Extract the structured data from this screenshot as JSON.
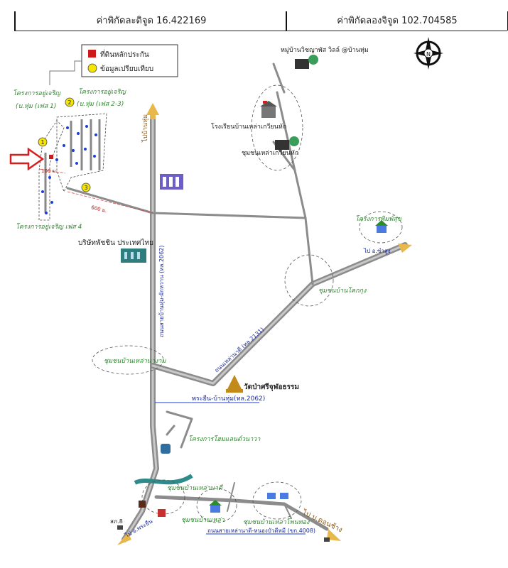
{
  "header": {
    "latitude": "ค่าพิกัดละติจูด 16.422169",
    "longitude": "ค่าพิกัดลองจิจูด 102.704585"
  },
  "legend": {
    "items": [
      {
        "label": "ที่ดินหลักประกัน",
        "color": "#cc1a1a",
        "shape": "square"
      },
      {
        "label": "ข้อมูลเปรียบเทียบ",
        "color": "#f5e500",
        "shape": "circle"
      }
    ]
  },
  "compass": {
    "label": "N"
  },
  "labels": {
    "phase1": "โครงการอยู่เจริญ",
    "phase1_sub": "(บ.หุ่ม (เฟส 1)",
    "phase23": "โครงการอยู่เจริญ",
    "phase23_sub": "(บ.หุ่ม (เฟส 2-3)",
    "phase4": "โครงการอยู่เจริญ เฟส 4",
    "dist_100": "100 ม.",
    "dist_600": "600 ม.",
    "to_banhum": "ไปบ้านหุ่ม",
    "village_vision": "หมู่บ้านวิชญาพัส วิลล์ @บ้านหุ่ม",
    "school": "โรงเรียนบ้านเหล่าเกวียนหัก",
    "community_laokwian": "ชุมชนเหล่าเกวียนหัก",
    "company": "บริษัทพัชชิน ประเทศไทย",
    "project_phumsuk": "โครงการพิมพ์สุข",
    "to_kham": "ไป อ.ซำสูง",
    "community_khokkung": "ชุมชนบ้านโคกกุง",
    "road_2062_vertical": "ถนนสายบ้านหุ่ม-ผักหวาน (ทล.2062)",
    "road_2131": "ถนนเหล่านาดี (ทล.2131)",
    "community_laonangam": "ชุมชนบ้านเหล่านางาม",
    "temple": "วัดป่าศรีจุฬอธรรม",
    "road_2062_horizontal": "พระยืน-บ้านหุ่ม(ทล.2062)",
    "project_wonwan": "โครงการโฮมแลนด์วนาวา",
    "community_laonadi": "ชุมชนบ้านเหล่านาดี",
    "community_banlao": "ชุมชนบ้านเหล่า",
    "community_laoprom": "ชุมชนบ้านเหล่าโพนทอง",
    "road_4008": "ถนนสายเหล่านาดี-หนองบัวดีหมี (ขก.4008)",
    "to_phrayuen": "ไป อ.พระยืน",
    "to_donchang": "ไป บ.ดอนช้าง",
    "police": "สภ.8",
    "marker1": "1",
    "marker2": "2",
    "marker3": "3"
  }
}
